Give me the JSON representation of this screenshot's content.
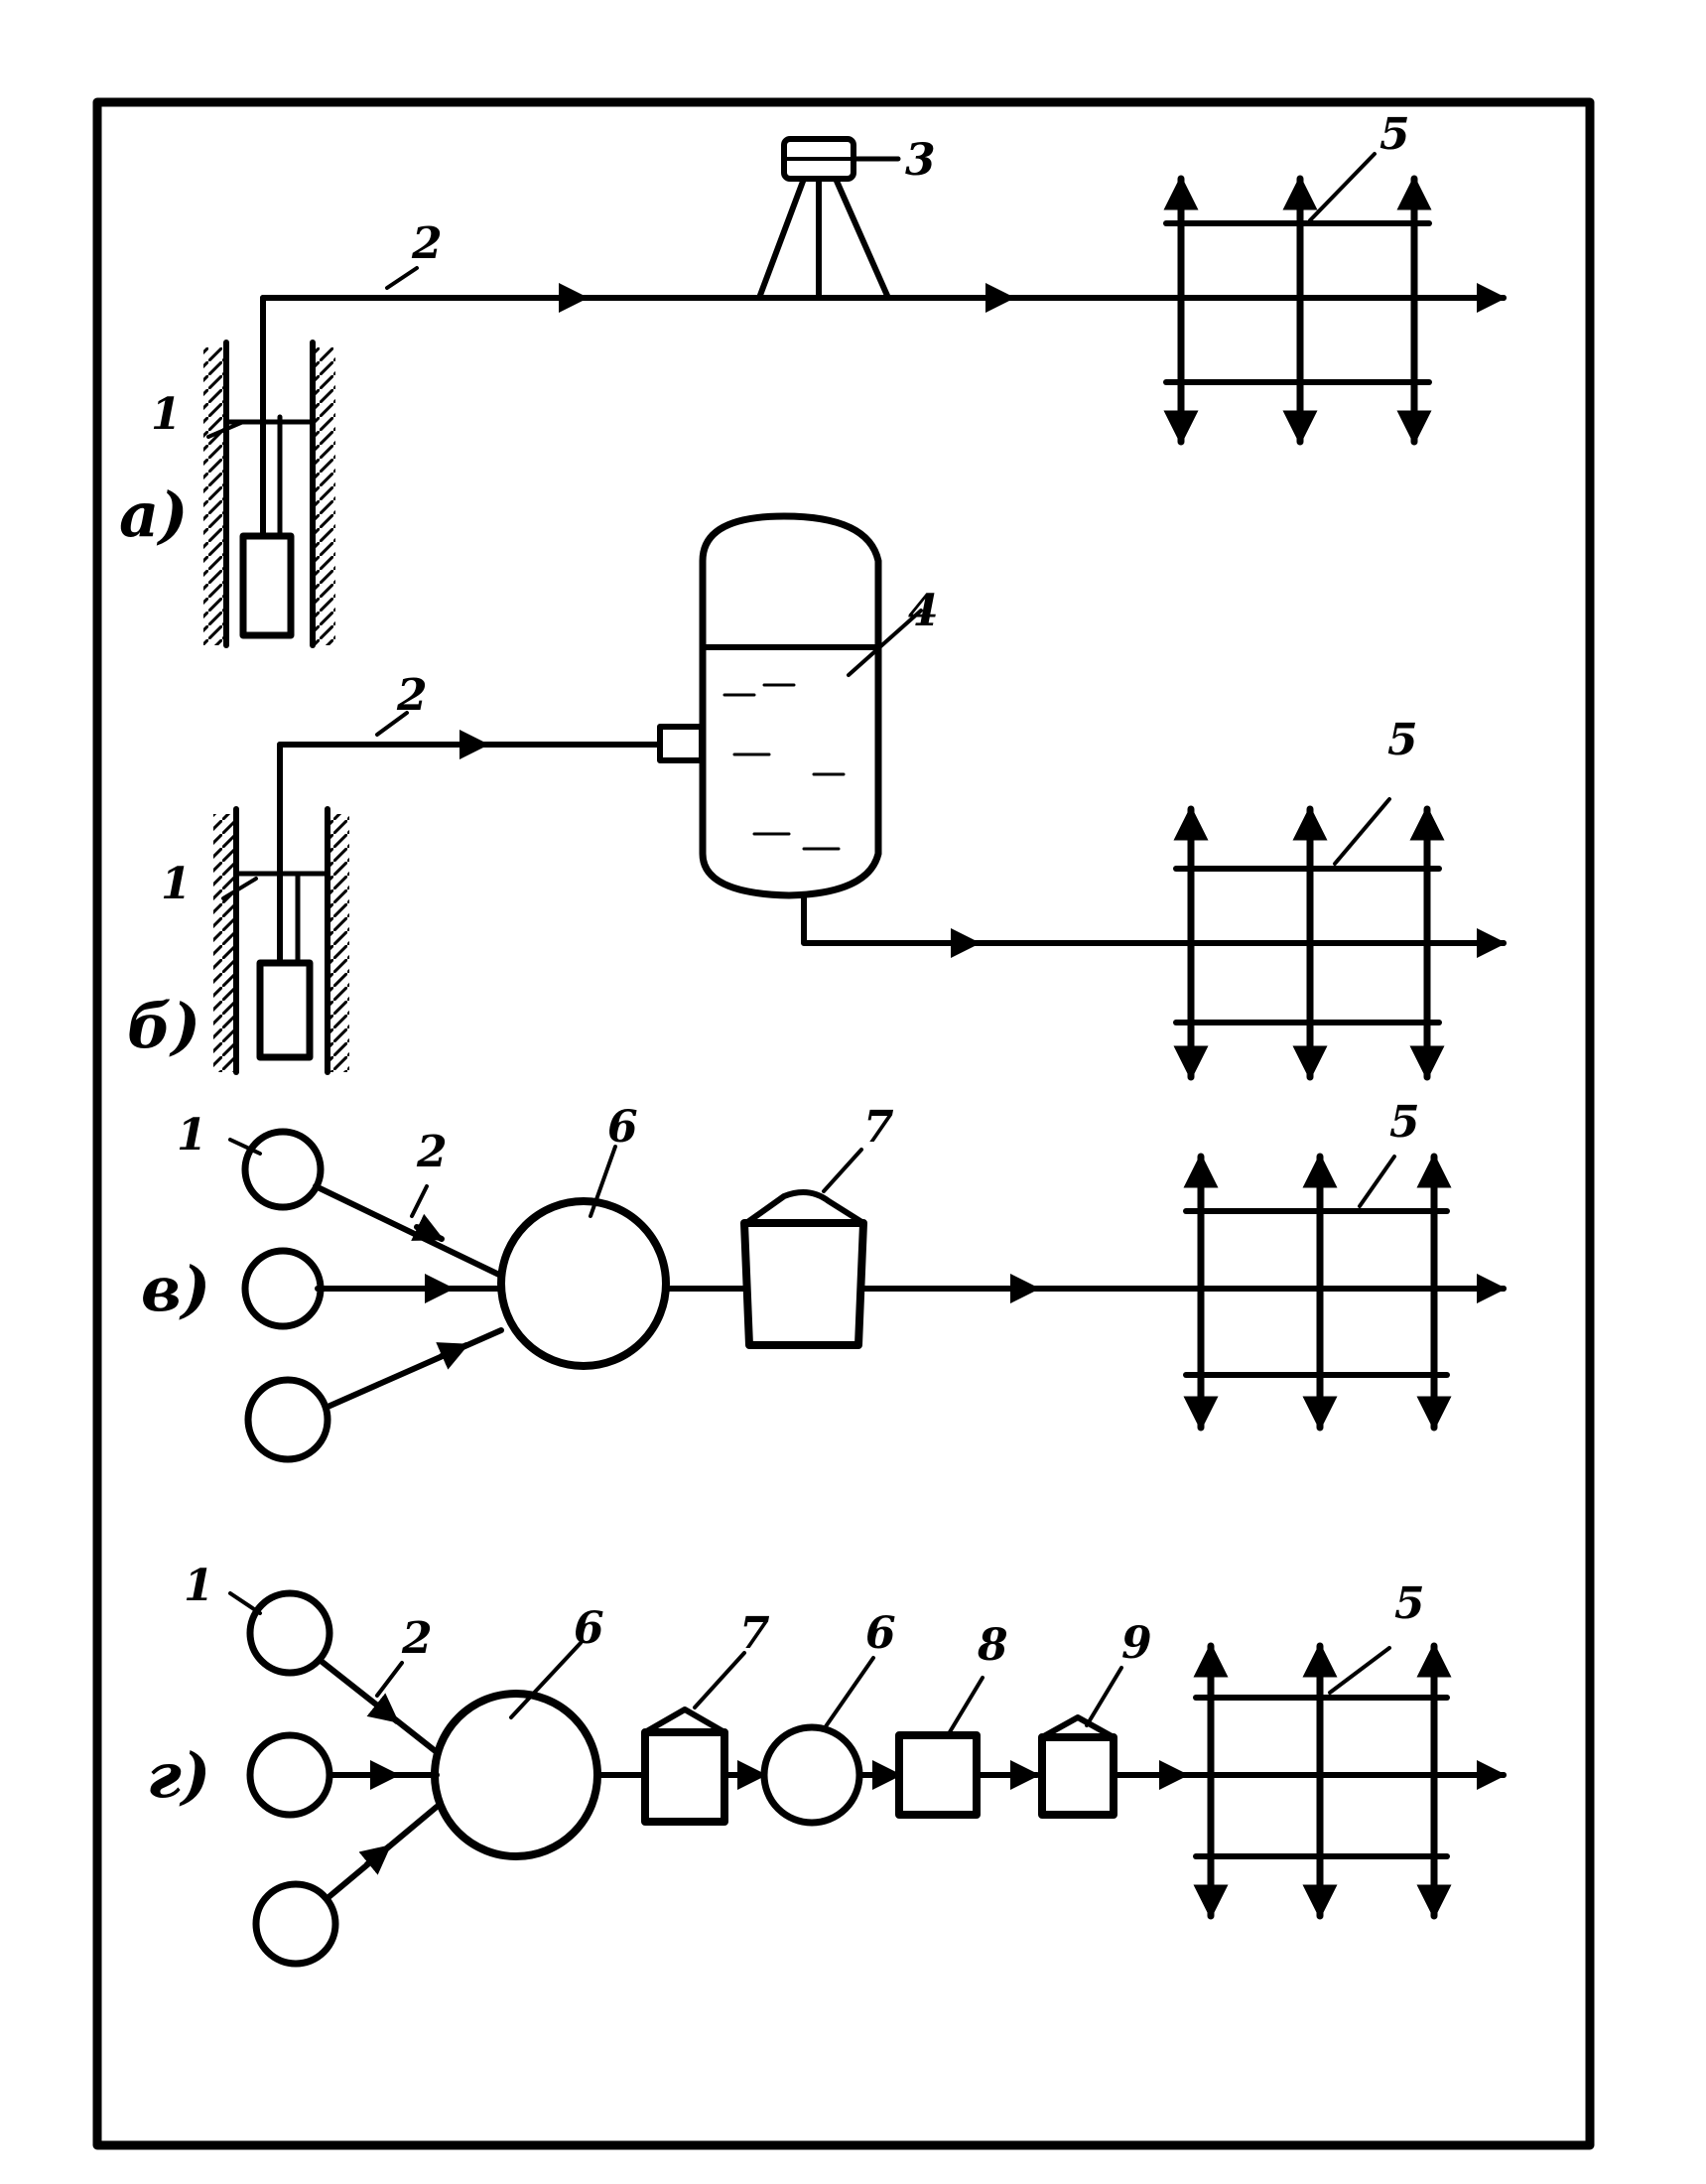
{
  "colors": {
    "ink": "#000000",
    "paper": "#ffffff"
  },
  "schemes": [
    {
      "id": "a",
      "label": "а)"
    },
    {
      "id": "b",
      "label": "б)"
    },
    {
      "id": "v",
      "label": "в)"
    },
    {
      "id": "g",
      "label": "г)"
    }
  ],
  "callouts": {
    "a_1": "1",
    "a_2": "2",
    "a_3": "3",
    "a_5": "5",
    "b_1": "1",
    "b_2": "2",
    "b_4": "4",
    "b_5": "5",
    "v_1": "1",
    "v_2": "2",
    "v_6": "6",
    "v_7": "7",
    "v_5": "5",
    "g_1": "1",
    "g_2": "2",
    "g_6a": "6",
    "g_7": "7",
    "g_6b": "6",
    "g_8": "8",
    "g_9": "9",
    "g_5": "5"
  }
}
